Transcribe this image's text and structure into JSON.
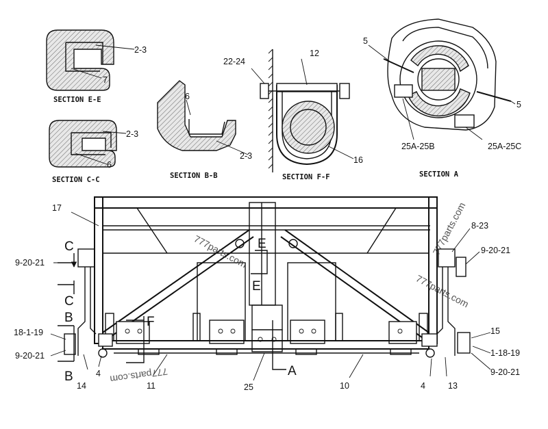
{
  "sections": {
    "ee": "SECTION E-E",
    "cc": "SECTION C-C",
    "bb": "SECTION B-B",
    "ff": "SECTION F-F",
    "a": "SECTION A"
  },
  "callouts": {
    "c23_ee": "2-3",
    "c7": "7",
    "c23_cc": "2-3",
    "c6_cc": "6",
    "c6_bb": "6",
    "c23_bb": "2-3",
    "c2224": "22-24",
    "c12": "12",
    "c16": "16",
    "c5_top": "5",
    "c5_right": "5",
    "c25ab": "25A-25B",
    "c25ac": "25A-25C",
    "c17": "17",
    "c92021_l1": "9-20-21",
    "c18119": "18-1-19",
    "c92021_l2": "9-20-21",
    "c4_l": "4",
    "c14": "14",
    "c11": "11",
    "c25": "25",
    "c10": "10",
    "c4_r": "4",
    "c13": "13",
    "c823": "8-23",
    "c92021_r1": "9-20-21",
    "c15": "15",
    "c11819": "1-18-19",
    "c92021_r2": "9-20-21"
  },
  "markers": {
    "C_top": "C",
    "C_bot": "C",
    "B_top": "B",
    "B_bot": "B",
    "F": "F",
    "E_top": "E",
    "E_bot": "E",
    "A": "A"
  },
  "watermarks": {
    "w1": "777parts.com",
    "w2": "777parts.com",
    "w3": "777parts.com",
    "w4": "777parts.com"
  }
}
